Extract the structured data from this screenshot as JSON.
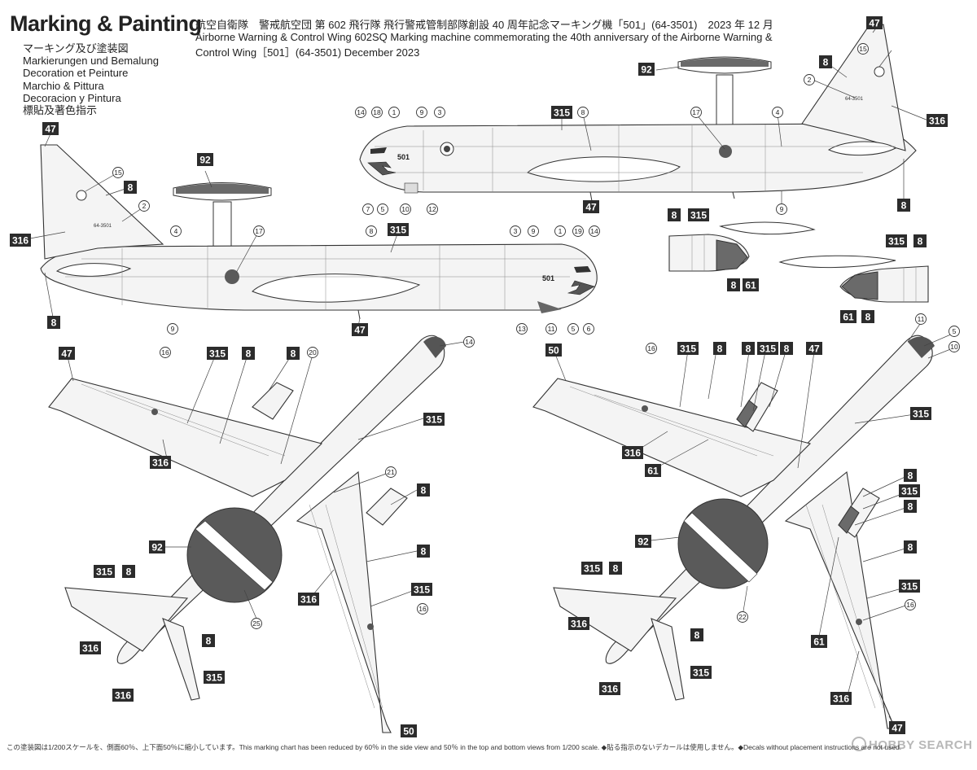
{
  "title": {
    "main": "Marking & Painting",
    "languages": [
      "マーキング及び塗装図",
      "Markierungen und Bemalung",
      "Decoration et Peinture",
      "Marchio & Pittura",
      "Decoracion y Pintura",
      "標貼及著色指示"
    ]
  },
  "header": {
    "jp": "航空自衛隊　警戒航空団 第 602 飛行隊 飛行警戒管制部隊創設 40 周年記念マーキング機「501」(64-3501)　2023 年 12 月",
    "en_line1": "Airborne Warning & Control Wing 602SQ Marking machine commemorating the 40th anniversary of the Airborne Warning &",
    "en_line2": "Control Wing［501］(64-3501) December 2023"
  },
  "aircraft_markings": {
    "serial": "64-3501",
    "code": "501"
  },
  "footer": "この塗装図は1/200スケールを、側面60％、上下面50％に縮小しています。This marking chart has been reduced by 60％ in the side view and 50％ in the top and bottom views from 1/200 scale. ◆貼る指示のないデカールは使用しません。◆Decals without placement instructions are not used.",
  "watermark": "HOBBY SEARCH",
  "paint_callouts": [
    {
      "key": "c47a",
      "label": "47"
    },
    {
      "key": "c8a",
      "label": "8"
    },
    {
      "key": "c316a",
      "label": "316"
    },
    {
      "key": "c92a",
      "label": "92"
    },
    {
      "key": "c315a",
      "label": "315"
    },
    {
      "key": "c47b",
      "label": "47"
    },
    {
      "key": "c8b",
      "label": "8"
    },
    {
      "key": "c8c",
      "label": "8"
    },
    {
      "key": "c315b",
      "label": "315"
    },
    {
      "key": "c8d",
      "label": "8"
    },
    {
      "key": "c61a",
      "label": "61"
    },
    {
      "key": "c315c",
      "label": "315"
    },
    {
      "key": "c8e",
      "label": "8"
    },
    {
      "key": "c61b",
      "label": "61"
    },
    {
      "key": "c8f",
      "label": "8"
    },
    {
      "key": "c47c",
      "label": "47"
    },
    {
      "key": "c8g",
      "label": "8"
    },
    {
      "key": "c316b",
      "label": "316"
    },
    {
      "key": "c92b",
      "label": "92"
    },
    {
      "key": "c315d",
      "label": "315"
    },
    {
      "key": "c47d",
      "label": "47"
    },
    {
      "key": "c8h",
      "label": "8"
    },
    {
      "key": "c47e",
      "label": "47"
    },
    {
      "key": "c315e",
      "label": "315"
    },
    {
      "key": "c8i",
      "label": "8"
    },
    {
      "key": "c8j",
      "label": "8"
    },
    {
      "key": "c316c",
      "label": "316"
    },
    {
      "key": "c315f",
      "label": "315"
    },
    {
      "key": "c8k",
      "label": "8"
    },
    {
      "key": "c92c",
      "label": "92"
    },
    {
      "key": "c8l",
      "label": "8"
    },
    {
      "key": "c315g",
      "label": "315"
    },
    {
      "key": "c8m",
      "label": "8"
    },
    {
      "key": "c316d",
      "label": "316"
    },
    {
      "key": "c315h",
      "label": "315"
    },
    {
      "key": "c316e",
      "label": "316"
    },
    {
      "key": "c316f",
      "label": "316"
    },
    {
      "key": "c8n",
      "label": "8"
    },
    {
      "key": "c315i",
      "label": "315"
    },
    {
      "key": "c50a",
      "label": "50"
    },
    {
      "key": "c50b",
      "label": "50"
    },
    {
      "key": "c315j",
      "label": "315"
    },
    {
      "key": "c8o",
      "label": "8"
    },
    {
      "key": "c8p",
      "label": "8"
    },
    {
      "key": "c315k",
      "label": "315"
    },
    {
      "key": "c8q",
      "label": "8"
    },
    {
      "key": "c47f",
      "label": "47"
    },
    {
      "key": "c315l",
      "label": "315"
    },
    {
      "key": "c316g",
      "label": "316"
    },
    {
      "key": "c61c",
      "label": "61"
    },
    {
      "key": "c8r",
      "label": "8"
    },
    {
      "key": "c315m",
      "label": "315"
    },
    {
      "key": "c8s",
      "label": "8"
    },
    {
      "key": "c92d",
      "label": "92"
    },
    {
      "key": "c8t",
      "label": "8"
    },
    {
      "key": "c315n",
      "label": "315"
    },
    {
      "key": "c315o",
      "label": "315"
    },
    {
      "key": "c8u",
      "label": "8"
    },
    {
      "key": "c61d",
      "label": "61"
    },
    {
      "key": "c316h",
      "label": "316"
    },
    {
      "key": "c8v",
      "label": "8"
    },
    {
      "key": "c315p",
      "label": "315"
    },
    {
      "key": "c316i",
      "label": "316"
    },
    {
      "key": "c316j",
      "label": "316"
    },
    {
      "key": "c47g",
      "label": "47"
    }
  ],
  "decal_callouts": [
    {
      "key": "d15a",
      "label": "15"
    },
    {
      "key": "d2a",
      "label": "2"
    },
    {
      "key": "d14a",
      "label": "14"
    },
    {
      "key": "d18a",
      "label": "18"
    },
    {
      "key": "d1a",
      "label": "1"
    },
    {
      "key": "d9a",
      "label": "9"
    },
    {
      "key": "d3a",
      "label": "3"
    },
    {
      "key": "d8a",
      "label": "8"
    },
    {
      "key": "d17a",
      "label": "17"
    },
    {
      "key": "d4a",
      "label": "4"
    },
    {
      "key": "d7a",
      "label": "7"
    },
    {
      "key": "d5a",
      "label": "5"
    },
    {
      "key": "d10a",
      "label": "10"
    },
    {
      "key": "d12a",
      "label": "12"
    },
    {
      "key": "d9b",
      "label": "9"
    },
    {
      "key": "d15b",
      "label": "15"
    },
    {
      "key": "d2b",
      "label": "2"
    },
    {
      "key": "d4b",
      "label": "4"
    },
    {
      "key": "d17b",
      "label": "17"
    },
    {
      "key": "d8b",
      "label": "8"
    },
    {
      "key": "d3b",
      "label": "3"
    },
    {
      "key": "d9c",
      "label": "9"
    },
    {
      "key": "d1b",
      "label": "1"
    },
    {
      "key": "d19a",
      "label": "19"
    },
    {
      "key": "d14b",
      "label": "14"
    },
    {
      "key": "d9d",
      "label": "9"
    },
    {
      "key": "d13a",
      "label": "13"
    },
    {
      "key": "d11a",
      "label": "11"
    },
    {
      "key": "d5b",
      "label": "5"
    },
    {
      "key": "d6a",
      "label": "6"
    },
    {
      "key": "d16a",
      "label": "16"
    },
    {
      "key": "d20a",
      "label": "20"
    },
    {
      "key": "d14c",
      "label": "14"
    },
    {
      "key": "d21a",
      "label": "21"
    },
    {
      "key": "d25a",
      "label": "25"
    },
    {
      "key": "d16b",
      "label": "16"
    },
    {
      "key": "d16c",
      "label": "16"
    },
    {
      "key": "d11b",
      "label": "11"
    },
    {
      "key": "d5c",
      "label": "5"
    },
    {
      "key": "d10b",
      "label": "10"
    },
    {
      "key": "d22a",
      "label": "22"
    },
    {
      "key": "d16d",
      "label": "16"
    }
  ]
}
